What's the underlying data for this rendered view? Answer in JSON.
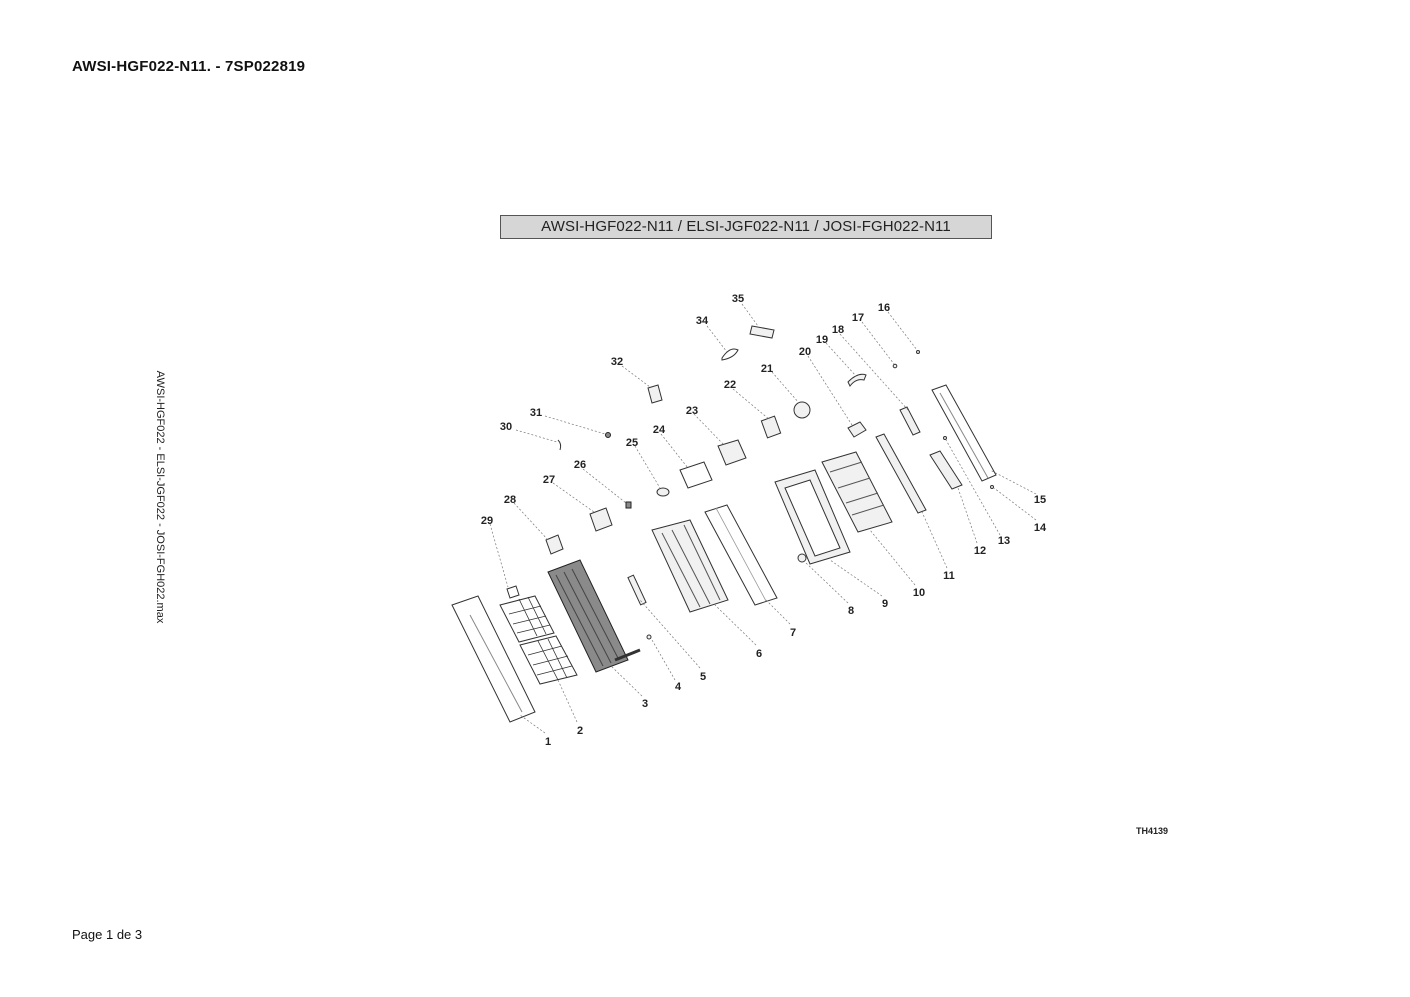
{
  "page": {
    "title": "AWSI-HGF022-N11. - 7SP022819",
    "side_label": "AWSI-HGF022 - ELSI-JGF022 - JOSI-FGH022.max",
    "footer": "Page 1 de 3"
  },
  "diagram": {
    "header": "AWSI-HGF022-N11 / ELSI-JGF022-N11 / JOSI-FGH022-N11",
    "drawing_code": "TH4139",
    "part_numbers": [
      "1",
      "2",
      "3",
      "4",
      "5",
      "6",
      "7",
      "8",
      "9",
      "10",
      "11",
      "12",
      "13",
      "14",
      "15",
      "16",
      "17",
      "18",
      "19",
      "20",
      "21",
      "22",
      "23",
      "24",
      "25",
      "26",
      "27",
      "28",
      "29",
      "30",
      "31",
      "32",
      "34",
      "35"
    ]
  }
}
